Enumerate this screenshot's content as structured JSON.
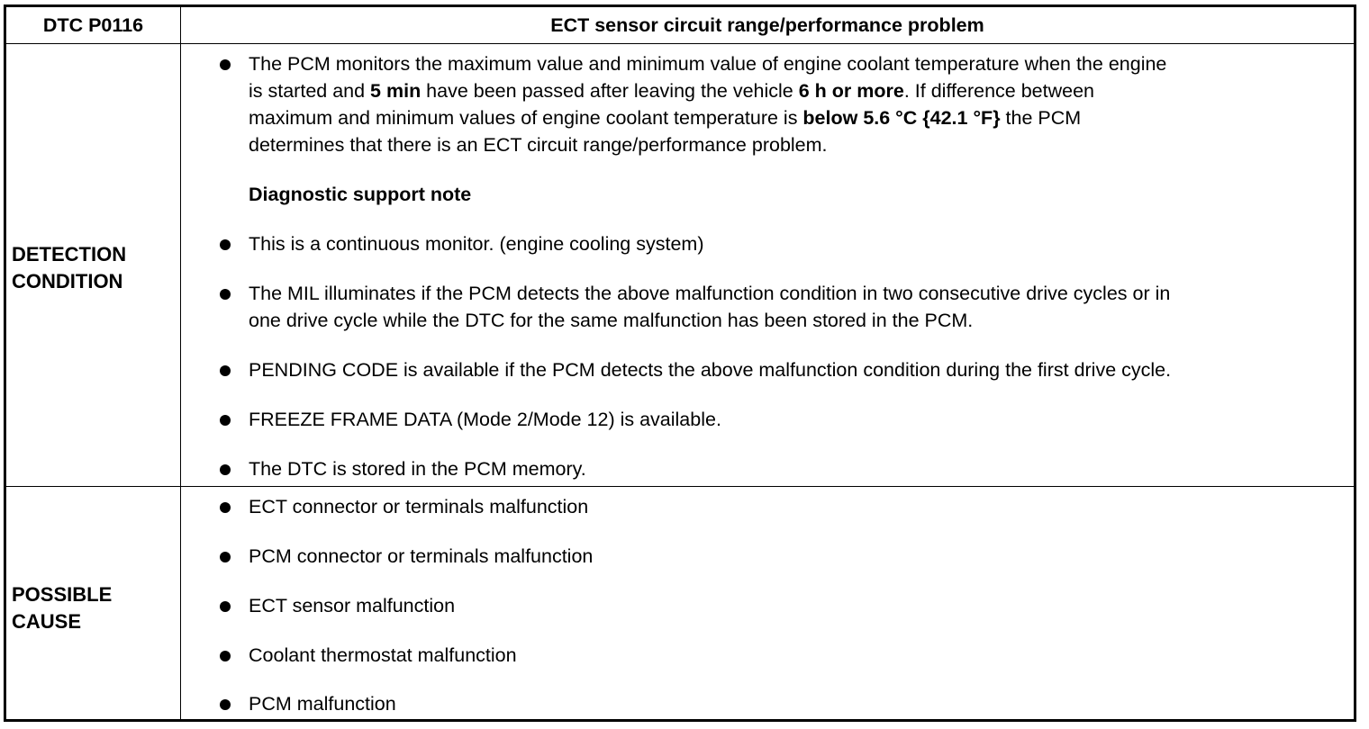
{
  "header": {
    "code": "DTC P0116",
    "title": "ECT sensor circuit range/performance problem"
  },
  "detection": {
    "label_line1": "DETECTION",
    "label_line2": "CONDITION",
    "main": {
      "l1": "The PCM monitors the maximum value and minimum value of engine coolant temperature when the engine",
      "l2_a": "is started and ",
      "l2_b": "5 min",
      "l2_c": " have been passed after leaving the vehicle ",
      "l2_d": "6 h or more",
      "l2_e": ". If difference between",
      "l3_a": "maximum and minimum values of engine coolant temperature is ",
      "l3_b": "below 5.6 °C {42.1 °F}",
      "l3_c": " the PCM",
      "l4": "determines that there is an ECT circuit range/performance problem."
    },
    "support_note": "Diagnostic support note",
    "items": [
      {
        "l1": "This is a continuous monitor. (engine cooling system)"
      },
      {
        "l1": "The MIL illuminates if the PCM detects the above malfunction condition in two consecutive drive cycles or in",
        "l2": "one drive cycle while the DTC for the same malfunction has been stored in the PCM."
      },
      {
        "l1": "PENDING CODE is available if the PCM detects the above malfunction condition during the first drive cycle."
      },
      {
        "l1": "FREEZE FRAME DATA (Mode 2/Mode 12) is available."
      },
      {
        "l1": "The DTC is stored in the PCM memory."
      }
    ]
  },
  "cause": {
    "label_line1": "POSSIBLE",
    "label_line2": "CAUSE",
    "items": [
      "ECT connector or terminals malfunction",
      "PCM connector or terminals malfunction",
      "ECT sensor malfunction",
      "Coolant thermostat malfunction",
      "PCM malfunction"
    ]
  }
}
